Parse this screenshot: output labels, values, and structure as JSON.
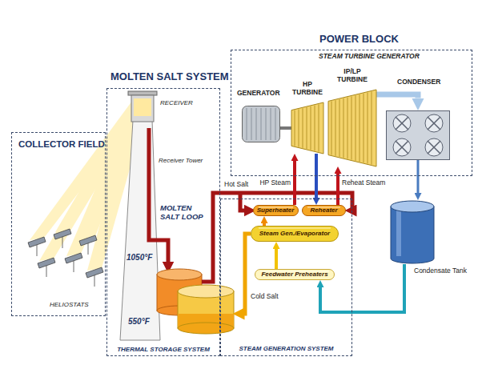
{
  "diagram": {
    "nodes": [
      {
        "text": [
          "COLLECTOR FIELD"
        ]
      },
      {
        "text": [
          "MOLTEN SALT SYSTEM",
          "THERMAL STORAGE SYSTEM"
        ]
      },
      {
        "text": [
          "POWER BLOCK"
        ]
      },
      {
        "text": [
          "GENERATOR"
        ],
        "in": 2
      },
      {
        "text": [
          "HP TURBINE"
        ],
        "in": 2
      },
      {
        "text": [
          "IP/LP TURBINE"
        ],
        "in": 2
      },
      {
        "text": [
          "CONDENSER"
        ],
        "in": 2
      },
      {
        "text": [
          "STEAM GENERATION SYSTEM"
        ]
      },
      {
        "text": [
          "Superheater"
        ],
        "in": 7
      },
      {
        "text": [
          "Reheater"
        ],
        "in": 7
      },
      {
        "text": [
          "Steam Gen./Evaporator"
        ],
        "in": 7
      },
      {
        "text": [
          "Feedwater Preheaters"
        ],
        "in": 7
      },
      {
        "text": [
          "Condensate Tank"
        ]
      }
    ],
    "edges": [
      {
        "from": 8,
        "to": 4,
        "arrow": "to",
        "label": "HP Steam"
      },
      {
        "from": 4,
        "to": 9,
        "arrow": "to"
      },
      {
        "from": 9,
        "to": 5,
        "arrow": "to",
        "label": "Reheat Steam"
      },
      {
        "from": 5,
        "to": 6,
        "arrow": "to"
      },
      {
        "from": 6,
        "to": 12,
        "arrow": "to"
      },
      {
        "from": 12,
        "to": 11,
        "arrow": "to"
      },
      {
        "from": 11,
        "to": 10,
        "arrow": "to"
      },
      {
        "from": 10,
        "to": 8,
        "arrow": "to"
      },
      {
        "from": 4,
        "to": 3,
        "arrow": "none"
      }
    ],
    "labels": [
      "STEAM TURBINE GENERATOR",
      "RECEIVER",
      "Receiver Tower",
      "MOLTEN SALT LOOP",
      "1050°F",
      "550°F",
      "HELIOSTATS",
      "Hot Salt",
      "Cold Salt"
    ]
  }
}
